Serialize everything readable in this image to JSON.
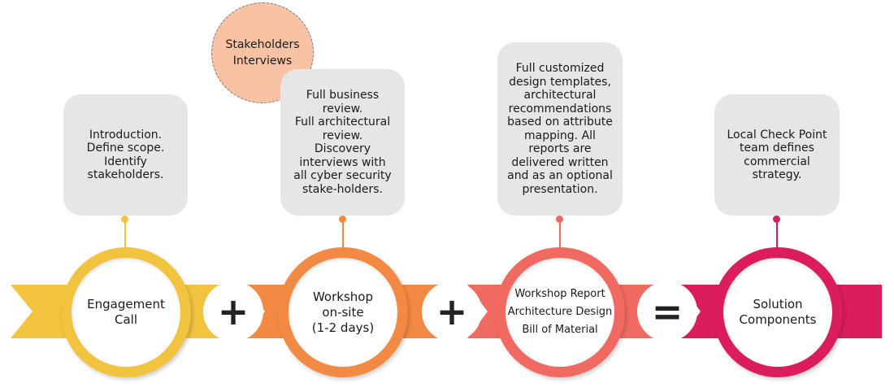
{
  "colors": {
    "step1": "#f2c33f",
    "step2": "#f28a43",
    "step3": "#f16a61",
    "step4": "#db1d5e",
    "card": "#e6e6e6",
    "bubble": "#f8c3a5"
  },
  "bubble": {
    "line1": "Stakeholders",
    "line2": "Interviews"
  },
  "steps": [
    {
      "lines": [
        "Engagement",
        "Call"
      ],
      "card_lines": [
        "Introduction.",
        "Define scope.",
        "Identify",
        "stakeholders."
      ]
    },
    {
      "lines": [
        "Workshop",
        "on-site",
        "(1-2 days)"
      ],
      "card_lines": [
        "Full business",
        "review.",
        "Full architectural",
        "review.",
        "Discovery",
        "interviews with",
        "all cyber security",
        "stake-holders."
      ]
    },
    {
      "lines": [
        "Workshop Report",
        "Architecture Design",
        "Bill of Material"
      ],
      "card_lines": [
        "Full customized",
        "design templates,",
        "architectural",
        "recommendations",
        "based on attribute",
        "mapping. All",
        "reports are",
        "delivered written",
        "and as an optional",
        "presentation."
      ]
    },
    {
      "lines": [
        "Solution",
        "Components"
      ],
      "card_lines": [
        "Local Check Point",
        "team defines",
        "commercial",
        "strategy."
      ]
    }
  ],
  "operators": [
    "+",
    "+",
    "="
  ]
}
